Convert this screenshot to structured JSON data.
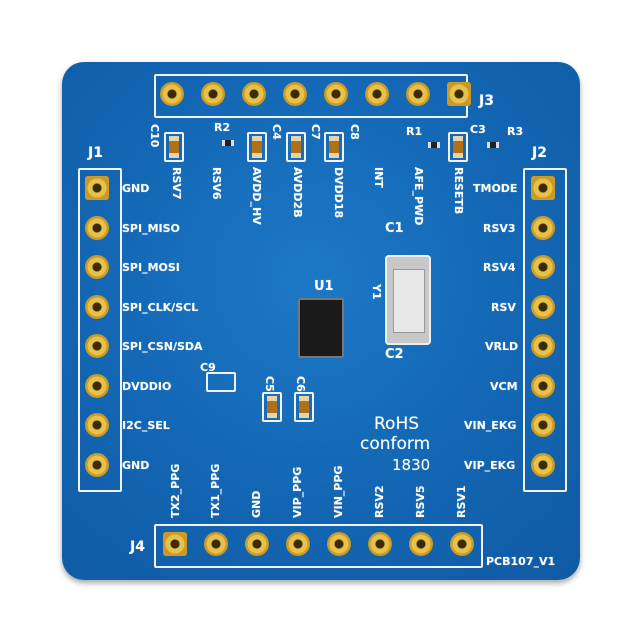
{
  "connectors": {
    "j1": {
      "label": "J1",
      "pins": [
        "GND",
        "SPI_MISO",
        "SPI_MOSI",
        "SPI_CLK/SCL",
        "SPI_CSN/SDA",
        "DVDDIO",
        "I2C_SEL",
        "GND"
      ]
    },
    "j2": {
      "label": "J2",
      "pins": [
        "TMODE",
        "RSV3",
        "RSV4",
        "RSV",
        "VRLD",
        "VCM",
        "VIN_EKG",
        "VIP_EKG"
      ]
    },
    "j3": {
      "label": "J3",
      "pins": [
        "RSV7",
        "RSV6",
        "AVDD_HV",
        "AVDD2B",
        "DVDD18",
        "INT",
        "AFE_PWD",
        "RESETB"
      ]
    },
    "j4": {
      "label": "J4",
      "pins": [
        "TX2_PPG",
        "TX1_PPG",
        "GND",
        "VIP_PPG",
        "VIN_PPG",
        "RSV2",
        "RSV5",
        "RSV1"
      ]
    }
  },
  "components": {
    "c10": "C10",
    "r2": "R2",
    "c4": "C4",
    "c7": "C7",
    "c8": "C8",
    "r1": "R1",
    "c3": "C3",
    "r3": "R3",
    "c1": "C1",
    "c2": "C2",
    "c9": "C9",
    "c5": "C5",
    "c6": "C6",
    "u1": "U1",
    "y1": "Y1"
  },
  "markings": {
    "rohs_line1": "RoHS",
    "rohs_line2": "conform",
    "rohs_code": "1830",
    "board_id": "PCB107_V1"
  },
  "colors": {
    "board": "#1366b3",
    "silkscreen": "#ffffff",
    "pad": "#e8c14a"
  }
}
